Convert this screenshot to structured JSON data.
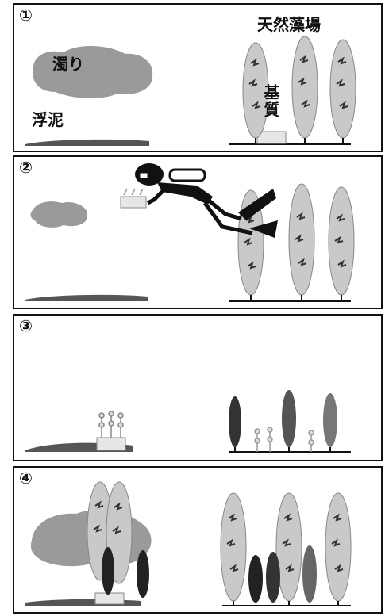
{
  "panels": [
    {
      "number": "①",
      "labels": {
        "natural_seaweed_bed": "天然藻場",
        "turbidity": "濁り",
        "floating_mud": "浮泥",
        "substrate": "基質"
      }
    },
    {
      "number": "②"
    },
    {
      "number": "③"
    },
    {
      "number": "④"
    }
  ]
}
